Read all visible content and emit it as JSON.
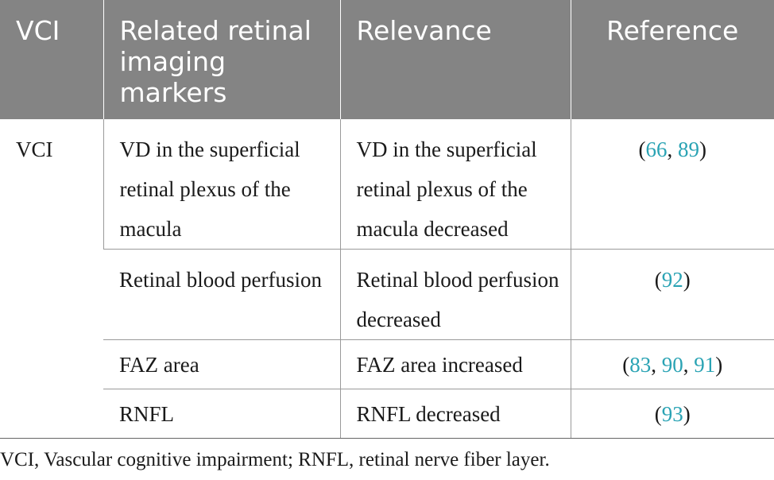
{
  "table": {
    "headers": [
      "VCI",
      "Related retinal imaging markers",
      "Relevance",
      "Reference"
    ],
    "group": "VCI",
    "rows": [
      {
        "marker": "VD in the superficial retinal plexus of the macula",
        "relevance": "VD in the superficial retinal plexus of the macula decreased",
        "ref_open": "(",
        "refs": [
          "66",
          "89"
        ],
        "ref_close": ")"
      },
      {
        "marker": "Retinal blood perfusion",
        "relevance": "Retinal blood perfusion decreased",
        "ref_open": "(",
        "refs": [
          "92"
        ],
        "ref_close": ")"
      },
      {
        "marker": "FAZ area",
        "relevance": "FAZ area increased",
        "ref_open": "(",
        "refs": [
          "83",
          "90",
          "91"
        ],
        "ref_close": ")"
      },
      {
        "marker": "RNFL",
        "relevance": "RNFL decreased",
        "ref_open": "(",
        "refs": [
          "93"
        ],
        "ref_close": ")"
      }
    ],
    "ref_separator": ", ",
    "footnote": "VCI, Vascular cognitive impairment; RNFL, retinal nerve fiber layer."
  },
  "colors": {
    "header_bg": "#848484",
    "header_text": "#ffffff",
    "citation": "#2aa3b4",
    "grid": "#9a9a9a"
  }
}
